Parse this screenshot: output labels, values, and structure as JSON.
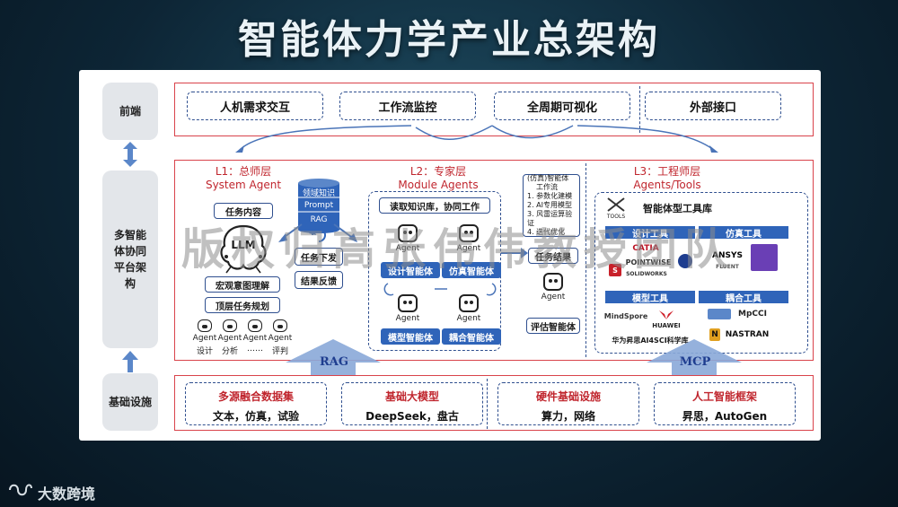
{
  "title": "智能体力学产业总架构",
  "side_labels": {
    "front": "前端",
    "platform": "多智能体协同平台架构",
    "base": "基础设施"
  },
  "frontend": [
    "人机需求交互",
    "工作流监控",
    "全周期可视化",
    "外部接口"
  ],
  "l1": {
    "title": "L1：总师层",
    "subtitle": "System Agent",
    "task_content": "任务内容",
    "llm": "LLM",
    "macro": "宏观意图理解",
    "top_plan": "顶层任务规划",
    "mini_agent": "Agent",
    "mini_labels": [
      "设计",
      "分析",
      "……",
      "评判"
    ],
    "knowledge": [
      "领域知识",
      "Prompt",
      "RAG"
    ],
    "dispatch": "任务下发",
    "feedback": "结果反馈"
  },
  "l2": {
    "title": "L2：专家层",
    "subtitle": "Module Agents",
    "read": "读取知识库，协同工作",
    "agent_label": "Agent",
    "agents": [
      "设计智能体",
      "仿真智能体",
      "模型智能体",
      "耦合智能体"
    ],
    "sim_flow": [
      "(仿真)智能体",
      "工作流",
      "1. 参数化建模",
      "2. AI专用模型",
      "3. 风雷运算验证",
      "4. 迭代优化"
    ],
    "task_result": "任务结果",
    "eval_agent": "评估智能体"
  },
  "l3": {
    "title": "L3：工程师层",
    "subtitle": "Agents/Tools",
    "tools_icon_label": "TOOLS",
    "toolbox": "智能体型工具库",
    "design_tools": "设计工具",
    "sim_tools": "仿真工具",
    "model_tools": "模型工具",
    "coupling_tools": "耦合工具",
    "logos": {
      "catia": "CATIA",
      "pointwise": "POINTWISE",
      "solidworks": "SOLIDWORKS",
      "ansys": "ANSYS",
      "fluent": "FLUENT",
      "mindspore": "MindSpore",
      "huawei": "HUAWEI",
      "mpcci": "MpCCI",
      "nastran": "NASTRAN"
    },
    "huawei_lib": "华为昇思AI4SCI科学库"
  },
  "rag": "RAG",
  "mcp": "MCP",
  "base": [
    {
      "title": "多源融合数据集",
      "items": "文本，仿真，试验"
    },
    {
      "title": "基础大模型",
      "items": "DeepSeek，盘古"
    },
    {
      "title": "硬件基础设施",
      "items": "算力，网络"
    },
    {
      "title": "人工智能框架",
      "items": "昇思，AutoGen"
    }
  ],
  "watermark": "版权归高张伟伟教授团队",
  "footer": "大数跨境",
  "colors": {
    "accent_red": "#c0262e",
    "accent_blue": "#2f64b9",
    "dash_blue": "#2f4f8f"
  }
}
